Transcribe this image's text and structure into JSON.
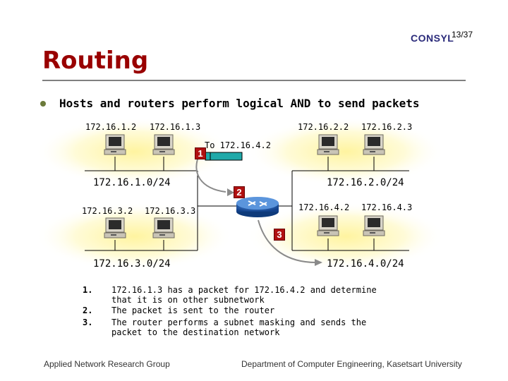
{
  "header": {
    "logo_text": "CONSYL",
    "page_number": "13/37",
    "title": "Routing"
  },
  "bullet": "Hosts and routers perform logical AND to send packets",
  "diagram": {
    "hosts": {
      "h1": "172.16.1.2",
      "h2": "172.16.1.3",
      "h3": "172.16.2.2",
      "h4": "172.16.2.3",
      "h5": "172.16.3.2",
      "h6": "172.16.3.3",
      "h7": "172.16.4.2",
      "h8": "172.16.4.3"
    },
    "networks": {
      "n1": "172.16.1.0/24",
      "n2": "172.16.2.0/24",
      "n3": "172.16.3.0/24",
      "n4": "172.16.4.0/24"
    },
    "packet_label": "To 172.16.4.2",
    "markers": [
      "1",
      "2",
      "3"
    ],
    "colors": {
      "cloud": "#fff7b0",
      "marker": "#b01010",
      "packet_fill": "#1fa9a9",
      "router": "#1a5ab0"
    }
  },
  "steps": [
    {
      "num": "1.",
      "text": "172.16.1.3 has a packet for 172.16.4.2 and determine that it is on other subnetwork"
    },
    {
      "num": "2.",
      "text": "The packet is sent to the router"
    },
    {
      "num": "3.",
      "text": "The router performs a subnet masking and sends the packet to the destination network"
    }
  ],
  "footer": {
    "left": "Applied Network Research Group",
    "right": "Department of Computer Engineering, Kasetsart University"
  }
}
